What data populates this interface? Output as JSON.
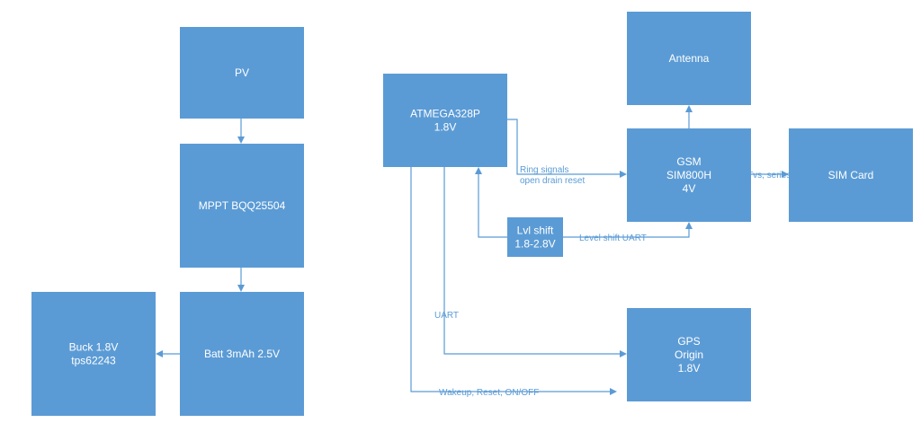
{
  "colors": {
    "box_fill": "#5b9bd5",
    "box_text": "#ffffff",
    "edge": "#5b9bd5",
    "edge_text": "#5b9bd5"
  },
  "nodes": [
    {
      "id": "pv",
      "lines": [
        "PV"
      ]
    },
    {
      "id": "mppt",
      "lines": [
        "MPPT BQQ25504"
      ]
    },
    {
      "id": "batt",
      "lines": [
        "Batt 3mAh 2.5V"
      ]
    },
    {
      "id": "buck",
      "lines": [
        "Buck 1.8V",
        "tps62243"
      ]
    },
    {
      "id": "atmega",
      "lines": [
        "ATMEGA328P",
        "1.8V"
      ]
    },
    {
      "id": "antenna",
      "lines": [
        "Antenna"
      ]
    },
    {
      "id": "gsm",
      "lines": [
        "GSM",
        "SIM800H",
        "4V"
      ]
    },
    {
      "id": "simcard",
      "lines": [
        "SIM Card"
      ]
    },
    {
      "id": "lvlshift",
      "lines": [
        "Lvl shift",
        "1.8-2.8V"
      ]
    },
    {
      "id": "gps",
      "lines": [
        "GPS",
        "Origin",
        "1.8V"
      ]
    }
  ],
  "edges": [
    {
      "id": "pv-mppt",
      "from": "pv",
      "to": "mppt",
      "lines": []
    },
    {
      "id": "mppt-batt",
      "from": "mppt",
      "to": "batt",
      "lines": []
    },
    {
      "id": "batt-buck",
      "from": "batt",
      "to": "buck",
      "lines": []
    },
    {
      "id": "gsm-antenna",
      "from": "gsm",
      "to": "antenna",
      "lines": []
    },
    {
      "id": "atmega-gsm",
      "from": "atmega",
      "to": "gsm",
      "lines": [
        "Ring signals",
        "open drain reset"
      ]
    },
    {
      "id": "gsm-simcard",
      "from": "gsm",
      "to": "simcard",
      "lines": [
        "Tvs, series R"
      ]
    },
    {
      "id": "lvlshift-gsm",
      "from": "lvlshift",
      "to": "gsm",
      "lines": [
        "Level shift UART"
      ]
    },
    {
      "id": "lvlshift-atmega",
      "from": "lvlshift",
      "to": "atmega",
      "lines": []
    },
    {
      "id": "atmega-gps",
      "from": "atmega",
      "to": "gps",
      "lines": [
        "UART"
      ]
    },
    {
      "id": "atmega-gps-ctrl",
      "from": "atmega",
      "to": "gps",
      "lines": [
        "Wakeup, Reset, ON/OFF"
      ]
    }
  ]
}
